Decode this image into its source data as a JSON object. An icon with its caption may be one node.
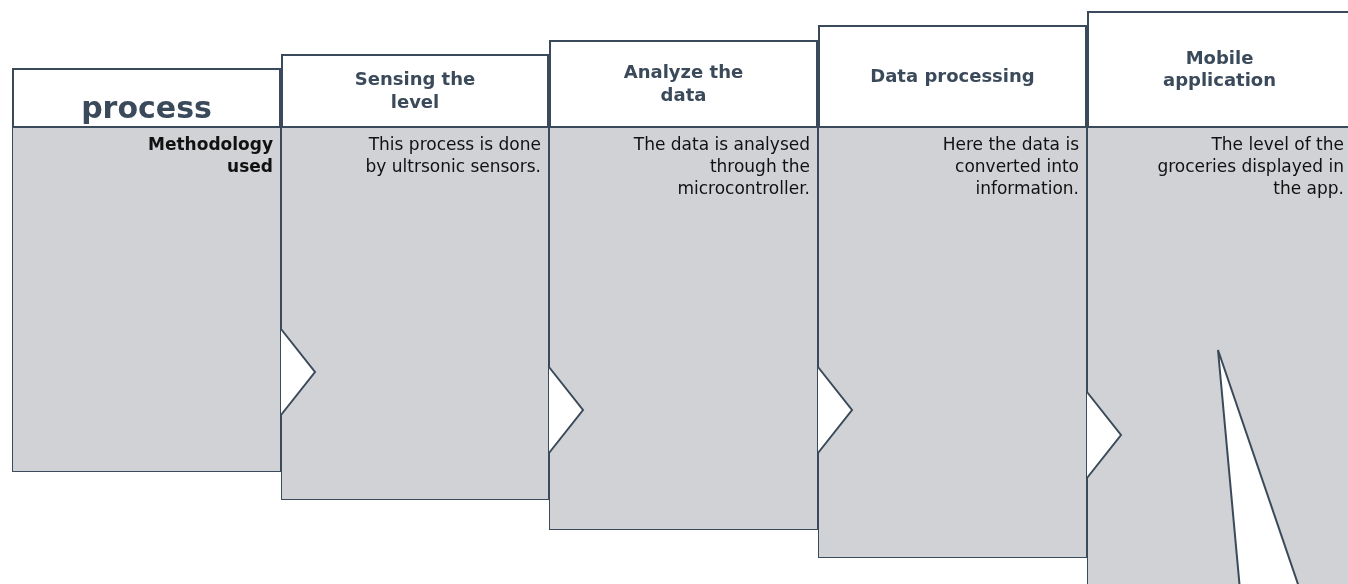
{
  "diagram": {
    "nodes": [
      {
        "text": [
          "process",
          "Methodology used"
        ]
      },
      {
        "text": [
          "Sensing the level",
          "This process is done by ultrsonic sensors."
        ]
      },
      {
        "text": [
          "Analyze the data",
          "The data is analysed through the microcontroller."
        ]
      },
      {
        "text": [
          "Data processing",
          "Here the data is converted into information."
        ]
      },
      {
        "text": [
          "Mobile application",
          "The level of the groceries displayed in the app."
        ]
      }
    ]
  }
}
